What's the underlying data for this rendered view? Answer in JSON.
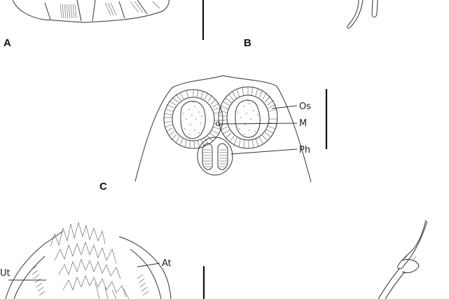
{
  "panels": {
    "a": {
      "label": "A"
    },
    "b": {
      "label": "B"
    },
    "c": {
      "label": "C",
      "labels": {
        "os": "Os",
        "m": "M",
        "ph": "Ph"
      }
    },
    "d": {
      "labels": {
        "at": "At",
        "ut": "Ut"
      }
    }
  }
}
